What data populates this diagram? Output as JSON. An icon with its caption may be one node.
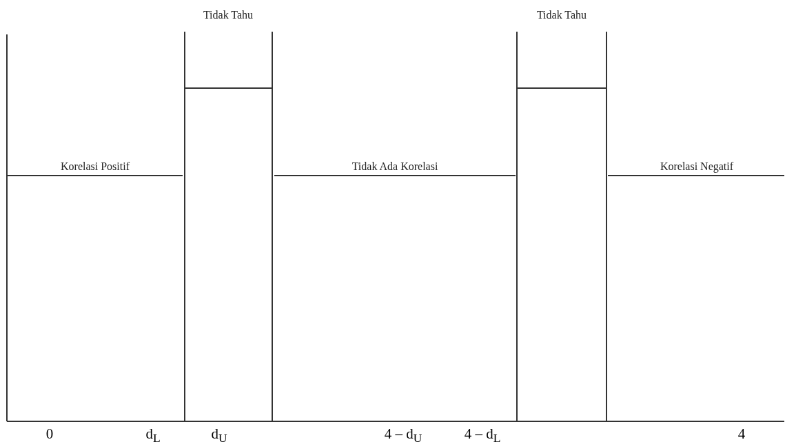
{
  "diagram": {
    "labels": [
      "Tidak Tahu",
      "Tidak Tahu",
      "Korelasi Positif",
      "Tidak Ada Korelasi",
      "Korelasi Negatif",
      "0",
      "d$_{L}$",
      "d$_{U}$",
      "4 – d$_{U}$",
      "4 – d$_{L}$",
      "4"
    ]
  }
}
